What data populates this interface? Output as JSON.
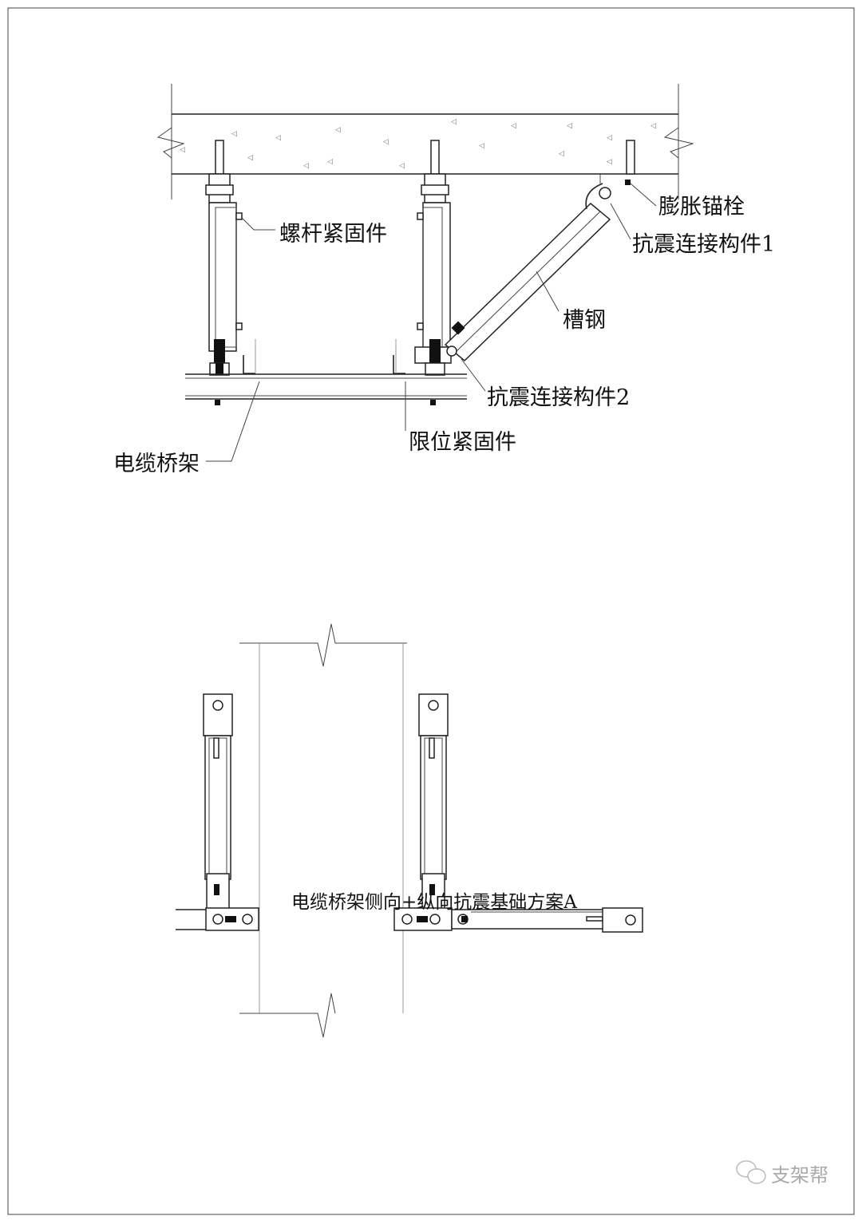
{
  "labels": {
    "rod_fastener": "螺杆紧固件",
    "expansion_anchor": "膨胀锚栓",
    "seismic_connector_1": "抗震连接构件1",
    "channel_steel": "槽钢",
    "seismic_connector_2": "抗震连接构件2",
    "limit_fastener": "限位紧固件",
    "cable_tray": "电缆桥架"
  },
  "caption": "电缆桥架侧向+纵向抗震基础方案A",
  "watermark": "支架帮",
  "colors": {
    "line": "#222222",
    "background": "#ffffff",
    "watermark": "#aaaaaa"
  }
}
